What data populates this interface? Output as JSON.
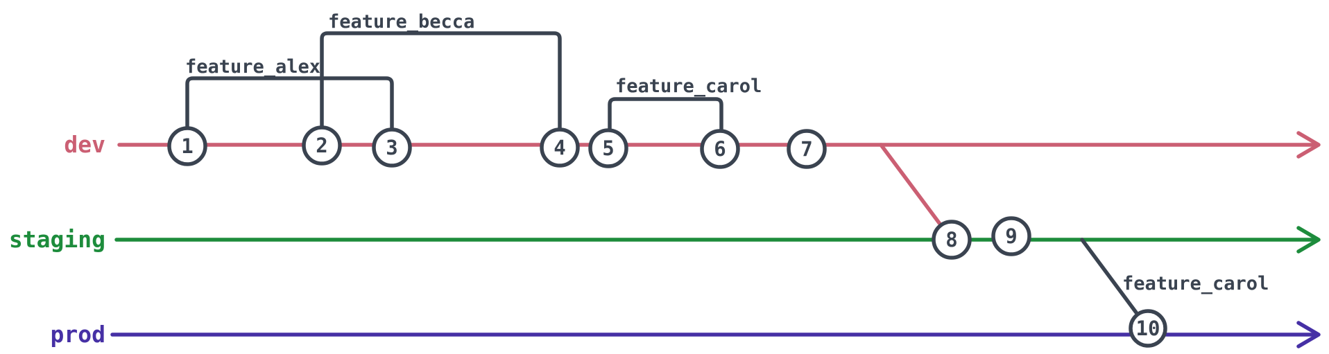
{
  "figure": {
    "background": "#ffffff",
    "ink_color": "#3a4350",
    "branches": [
      {
        "name": "dev",
        "color": "#cb5f73"
      },
      {
        "name": "staging",
        "color": "#1d8c3c"
      },
      {
        "name": "prod",
        "color": "#4630a5"
      }
    ],
    "commits": [
      {
        "label": "1",
        "branch": "dev"
      },
      {
        "label": "2",
        "branch": "dev"
      },
      {
        "label": "3",
        "branch": "dev"
      },
      {
        "label": "4",
        "branch": "dev"
      },
      {
        "label": "5",
        "branch": "dev"
      },
      {
        "label": "6",
        "branch": "dev"
      },
      {
        "label": "7",
        "branch": "dev"
      },
      {
        "label": "8",
        "branch": "staging"
      },
      {
        "label": "9",
        "branch": "staging"
      },
      {
        "label": "10",
        "branch": "prod"
      }
    ],
    "features": [
      {
        "label": "feature_alex",
        "from_commit": "1",
        "to_commit": "3"
      },
      {
        "label": "feature_becca",
        "from_commit": "2",
        "to_commit": "4"
      },
      {
        "label": "feature_carol",
        "from_commit": "5",
        "to_commit": "6"
      },
      {
        "label": "feature_carol",
        "from_branch": "staging",
        "to_commit": "10"
      }
    ]
  }
}
